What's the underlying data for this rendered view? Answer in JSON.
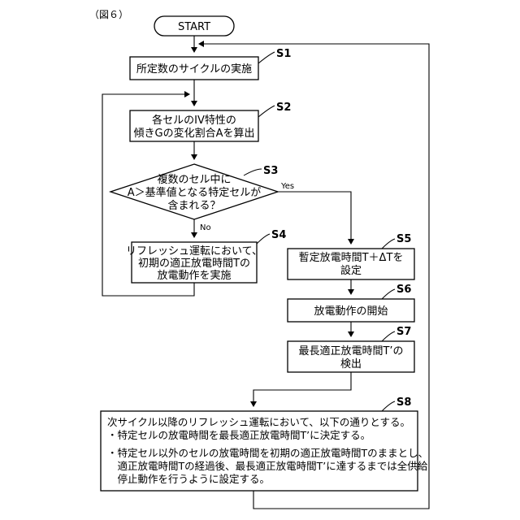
{
  "figure_label": "（図６）",
  "start": "START",
  "steps": {
    "s1": {
      "label": "S1",
      "lines": [
        "所定数のサイクルの実施"
      ]
    },
    "s2": {
      "label": "S2",
      "lines": [
        "各セルのIV特性の",
        "傾きGの変化割合Aを算出"
      ]
    },
    "s3": {
      "label": "S3",
      "lines": [
        "複数のセル中に",
        "A＞基準値となる特定セルが",
        "含まれる？"
      ]
    },
    "s4": {
      "label": "S4",
      "lines": [
        "リフレッシュ運転において、",
        "初期の適正放電時間Tの",
        "放電動作を実施"
      ]
    },
    "s5": {
      "label": "S5",
      "lines": [
        "暫定放電時間T＋ΔTを",
        "設定"
      ]
    },
    "s6": {
      "label": "S6",
      "lines": [
        "放電動作の開始"
      ]
    },
    "s7": {
      "label": "S7",
      "lines": [
        "最長適正放電時間T’の",
        "検出"
      ]
    },
    "s8": {
      "label": "S8",
      "lines": [
        "次サイクル以降のリフレッシュ運転において、以下の通りとする。",
        "・特定セルの放電時間を最長適正放電時間T’に決定する。",
        "・特定セル以外のセルの放電時間を初期の適正放電時間Tのままとし、",
        "　適正放電時間Tの経過後、最長適正放電時間T’に達するまでは全供給",
        "　停止動作を行うように設定する。"
      ]
    }
  },
  "branches": {
    "yes": "Yes",
    "no": "No"
  }
}
